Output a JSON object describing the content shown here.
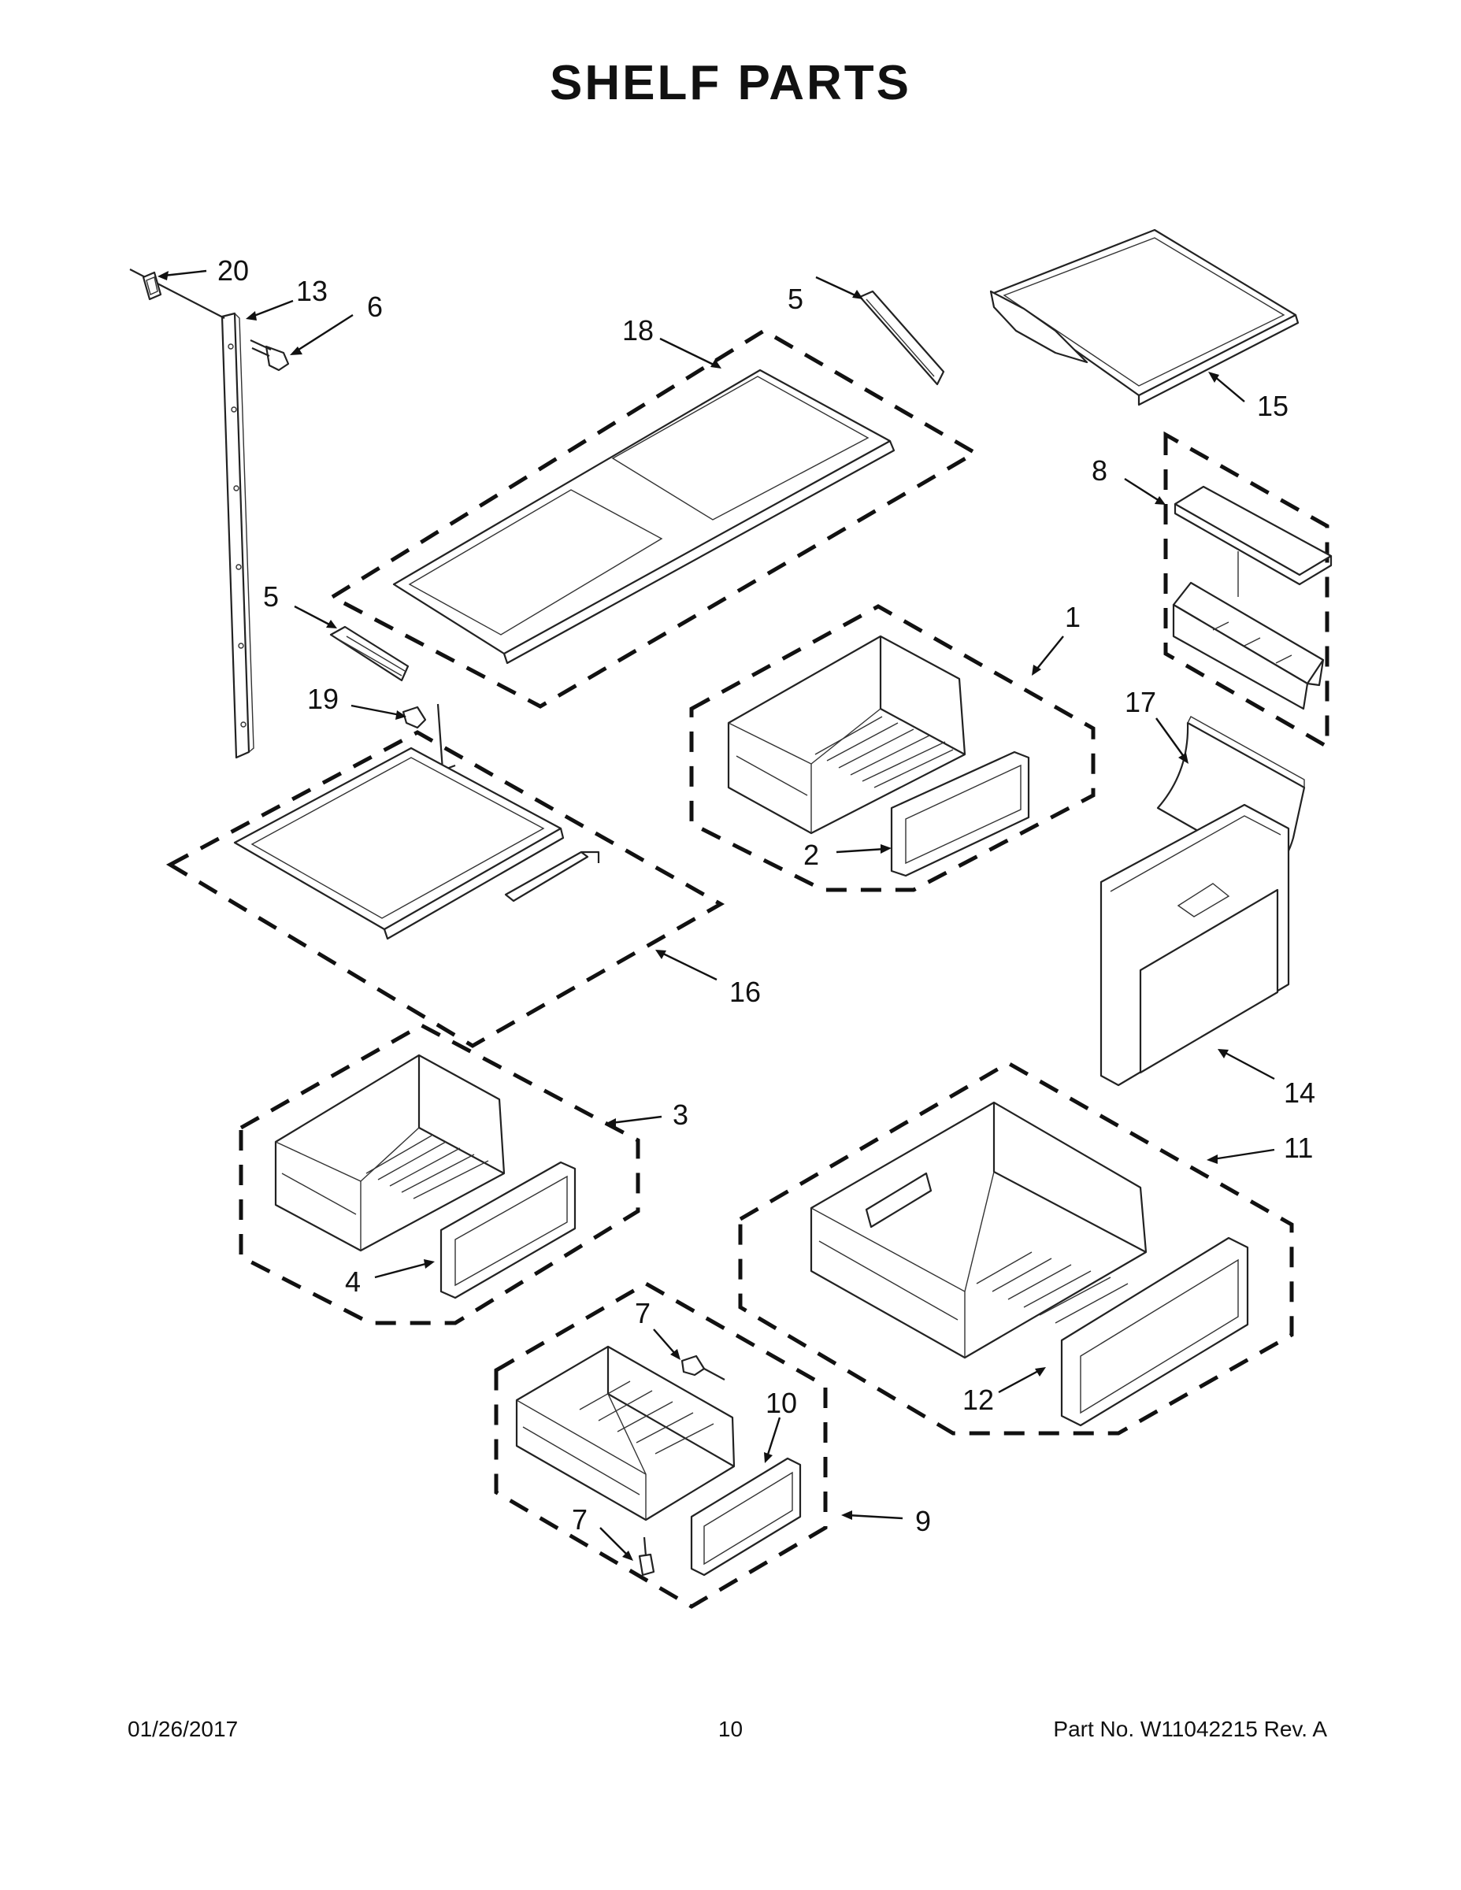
{
  "header": {
    "title": "SHELF PARTS"
  },
  "callouts": [
    {
      "id": "c20",
      "label": "20"
    },
    {
      "id": "c13",
      "label": "13"
    },
    {
      "id": "c6",
      "label": "6"
    },
    {
      "id": "c18",
      "label": "18"
    },
    {
      "id": "c5a",
      "label": "5"
    },
    {
      "id": "c15",
      "label": "15"
    },
    {
      "id": "c8",
      "label": "8"
    },
    {
      "id": "c5b",
      "label": "5"
    },
    {
      "id": "c1",
      "label": "1"
    },
    {
      "id": "c19",
      "label": "19"
    },
    {
      "id": "c17",
      "label": "17"
    },
    {
      "id": "c2",
      "label": "2"
    },
    {
      "id": "c16",
      "label": "16"
    },
    {
      "id": "c14",
      "label": "14"
    },
    {
      "id": "c3",
      "label": "3"
    },
    {
      "id": "c11",
      "label": "11"
    },
    {
      "id": "c4",
      "label": "4"
    },
    {
      "id": "c7a",
      "label": "7"
    },
    {
      "id": "c10",
      "label": "10"
    },
    {
      "id": "c12",
      "label": "12"
    },
    {
      "id": "c9",
      "label": "9"
    },
    {
      "id": "c7b",
      "label": "7"
    }
  ],
  "footer": {
    "date": "01/26/2017",
    "page": "10",
    "part_number": "Part No.  W11042215  Rev.  A"
  }
}
